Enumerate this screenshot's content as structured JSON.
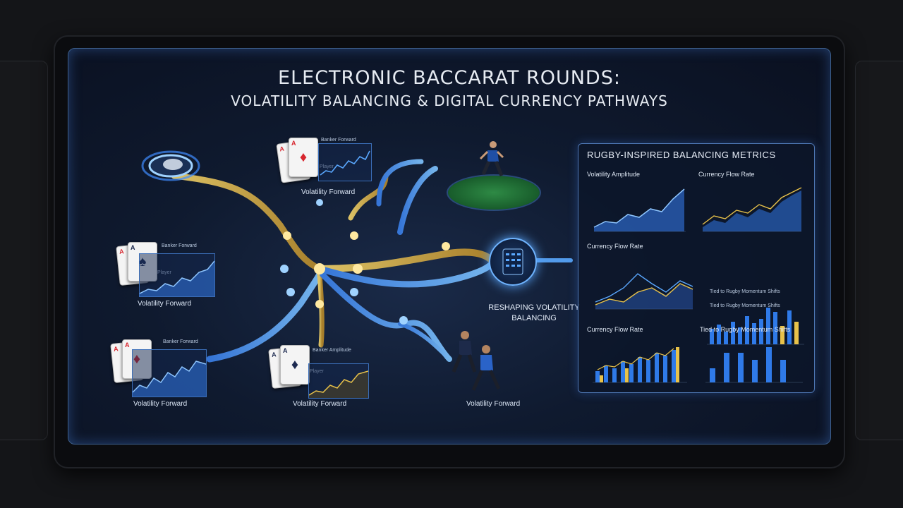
{
  "title": {
    "line1": "ELECTRONIC BACCARAT ROUNDS:",
    "line2": "VOLATILITY BALANCING & DIGITAL CURRENCY PATHWAYS"
  },
  "nodes": {
    "top_cards": {
      "label_top": "Banker Forward",
      "label_mid": "Player",
      "label_bottom": "Volatility Forward"
    },
    "left_cards": {
      "label_top": "Banker Forward",
      "label_mid": "Player",
      "label_bottom": "Volatility Forward"
    },
    "bottom_left_cards": {
      "label_top": "Banker Forward",
      "label_bottom": "Volatility Forward"
    },
    "bottom_mid_cards": {
      "label_top": "Banker Amplitude",
      "label_mid": "Player",
      "label_bottom": "Volatility Forward"
    },
    "runners": {
      "label_bottom": "Volatility Forward"
    },
    "hub": {
      "label_line1": "RESHAPING VOLATILITY",
      "label_line2": "BALANCING"
    }
  },
  "panel": {
    "title": "RUGBY-INSPIRED BALANCING METRICS",
    "charts": [
      {
        "title": "Volatility Amplitude"
      },
      {
        "title": "Currency Flow Rate"
      },
      {
        "title": "Currency Flow Rate"
      },
      {
        "title": "Currency Flow Rate"
      },
      {
        "title": "Tied to Rugby Momentum Shifts"
      }
    ],
    "legend": [
      "Tied to Rugby Momentum Shifts",
      "Tied to Rugby Momentum Shifts"
    ]
  },
  "colors": {
    "accent_blue": "#3f8cff",
    "accent_gold": "#e8c24a",
    "panel_border": "#4e77b4"
  }
}
